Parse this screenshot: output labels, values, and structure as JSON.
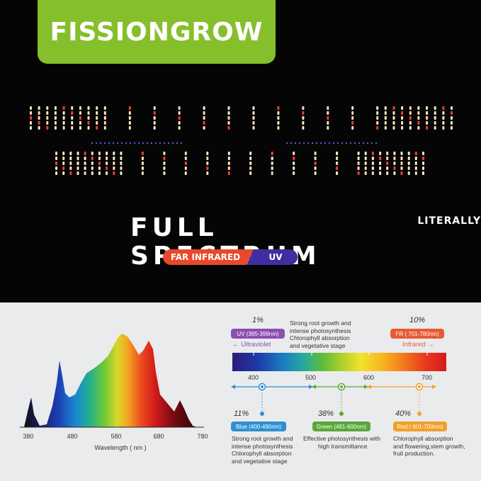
{
  "brand": {
    "logo_text": "FISSIONGROW",
    "logo_color": "#86bf2c"
  },
  "headline": {
    "main": "FULL SPECTRUM",
    "sub": "LITERALLY"
  },
  "badges": {
    "far_infrared": "FAR INFRARED",
    "uv": "UV"
  },
  "spectrum_plot": {
    "x_ticks": [
      "380",
      "480",
      "580",
      "680",
      "780"
    ],
    "x_label": "Wavelength ( nm )"
  },
  "spectrum_bar": {
    "ticks": [
      "400",
      "500",
      "600",
      "700"
    ],
    "uv": {
      "percent": "1%",
      "tag": "UV (385-399nm)",
      "arrow_label": "Ultraviolet",
      "color": "#8d4fb0"
    },
    "uv_desc": [
      "Strong root growth and",
      "intense photosynthesis",
      "Chlorophyll absorption",
      "and vegetative stage"
    ],
    "fr": {
      "percent": "10%",
      "tag": "FR ( 701-780nm)",
      "arrow_label": "Infrared",
      "color": "#e85a35"
    },
    "blue": {
      "percent": "11%",
      "tag": "Blue (400-490nm)",
      "color": "#2f8fd0",
      "desc": [
        "Strong root growth and",
        "intense photosynthesis",
        "Chlorophyll absorption",
        "and vegetative stage"
      ]
    },
    "green": {
      "percent": "38%",
      "tag": "Green (491-600nm)",
      "color": "#5aa63a",
      "desc": [
        "Effective photosynthesis with",
        "high transmittance"
      ]
    },
    "red": {
      "percent": "40%",
      "tag": "Red ( 601-700nm)",
      "color": "#f0a02a",
      "desc": [
        "Chlorophyll absorption",
        "and flowering,stem growth,",
        "fruit production."
      ]
    }
  }
}
